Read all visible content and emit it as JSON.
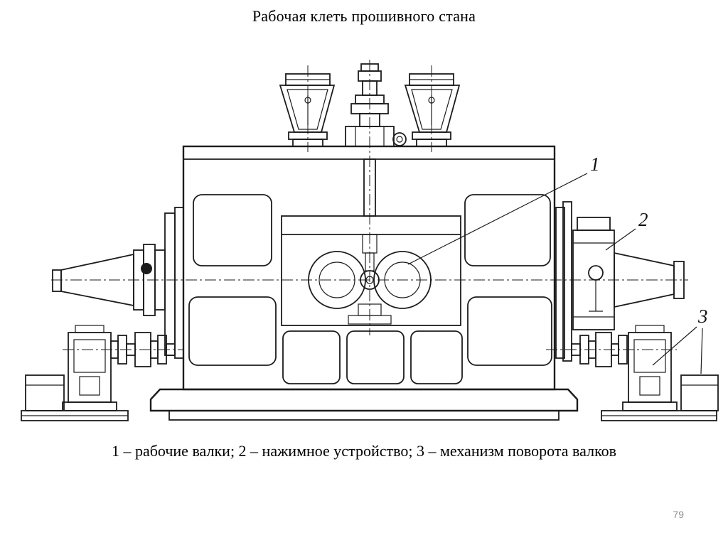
{
  "slide": {
    "title": "Рабочая клеть прошивного стана",
    "caption": "1 – рабочие валки; 2 – нажимное устройство; 3 – механизм поворота валков",
    "page_number": "79"
  },
  "drawing": {
    "callouts": {
      "work_rolls": "1",
      "pressure_device": "2",
      "roll_turning_mechanism": "3"
    },
    "legend": [
      {
        "number": "1",
        "label": "рабочие валки"
      },
      {
        "number": "2",
        "label": "нажимное устройство"
      },
      {
        "number": "3",
        "label": "механизм поворота валков"
      }
    ],
    "colors": {
      "ink": "#1c1c1c",
      "paper": "#ffffff",
      "page_number": "#8f8f8f"
    }
  }
}
